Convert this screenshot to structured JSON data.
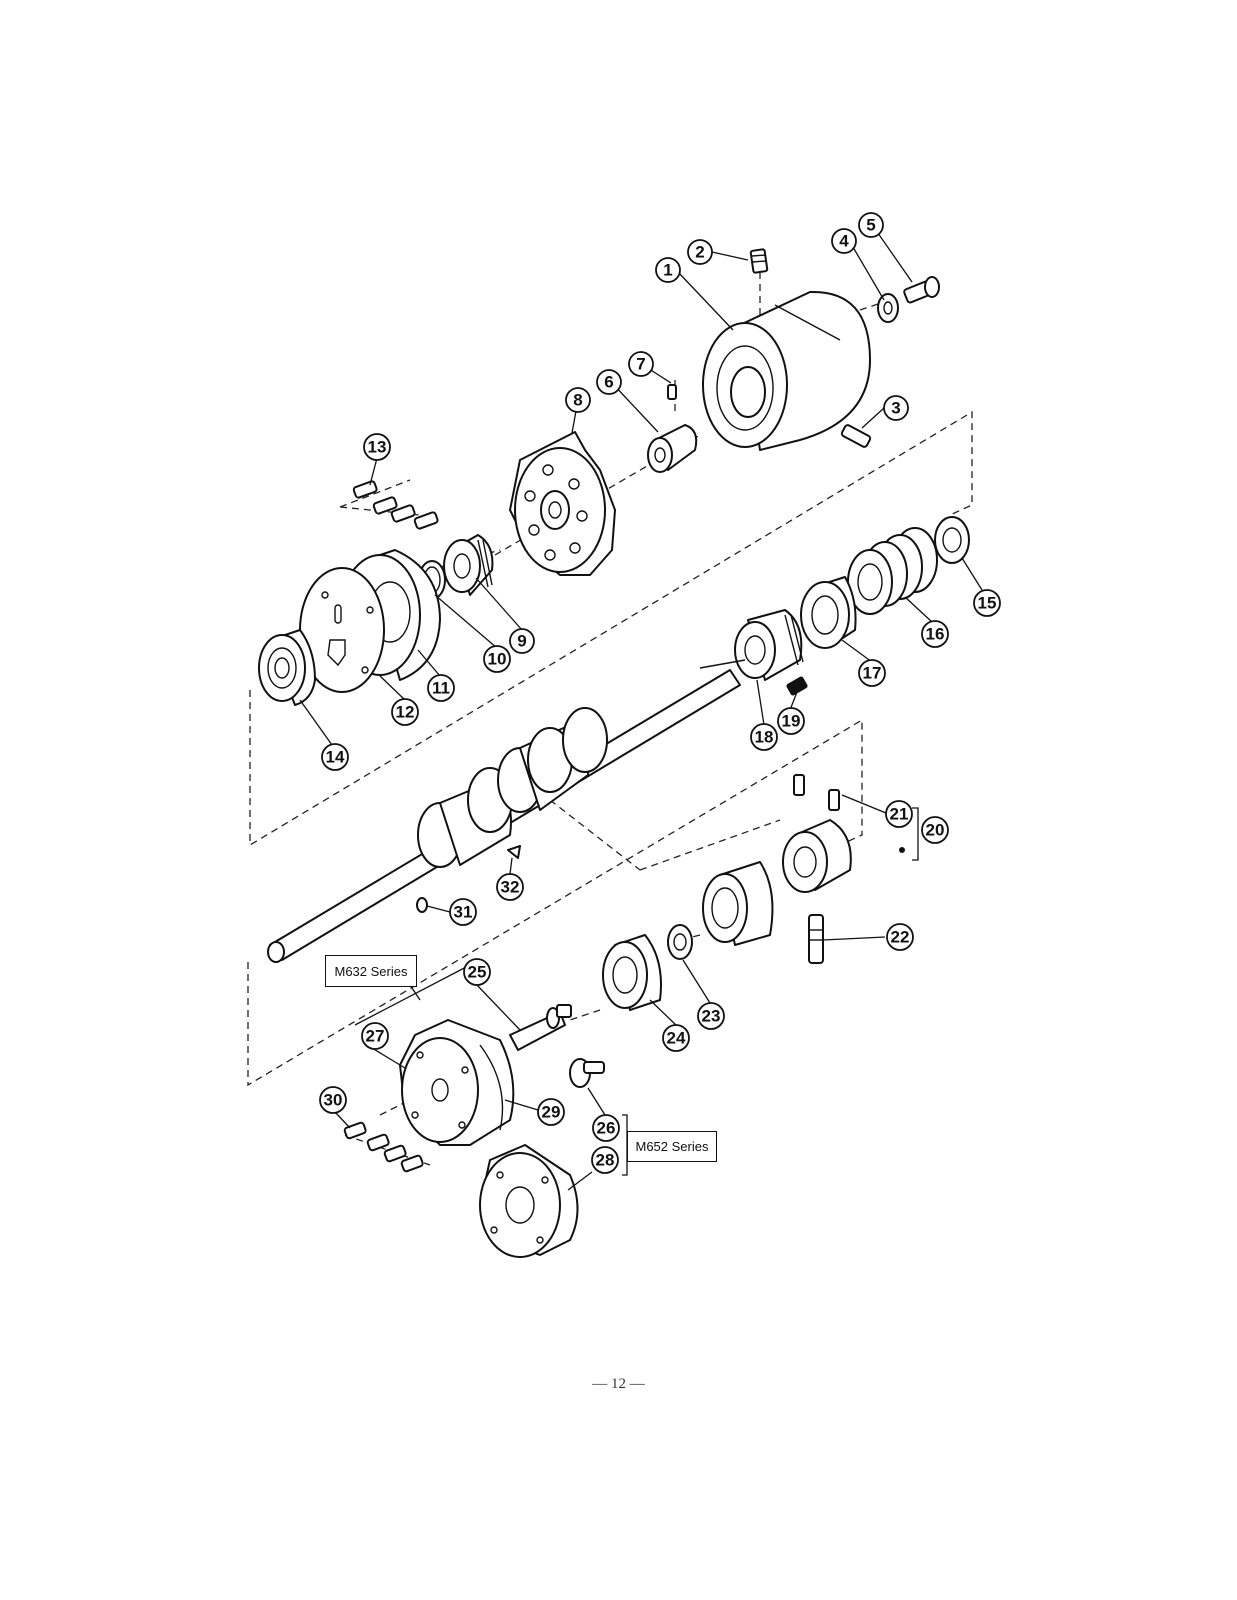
{
  "callouts": [
    "1",
    "2",
    "3",
    "4",
    "5",
    "6",
    "7",
    "8",
    "9",
    "10",
    "11",
    "12",
    "13",
    "14",
    "15",
    "16",
    "17",
    "18",
    "19",
    "20",
    "21",
    "22",
    "23",
    "24",
    "25",
    "26",
    "27",
    "28",
    "29",
    "30",
    "31",
    "32"
  ],
  "series_labels": {
    "m632": "M632 Series",
    "m652": "M652 Series"
  },
  "page_number": "— 12 —"
}
